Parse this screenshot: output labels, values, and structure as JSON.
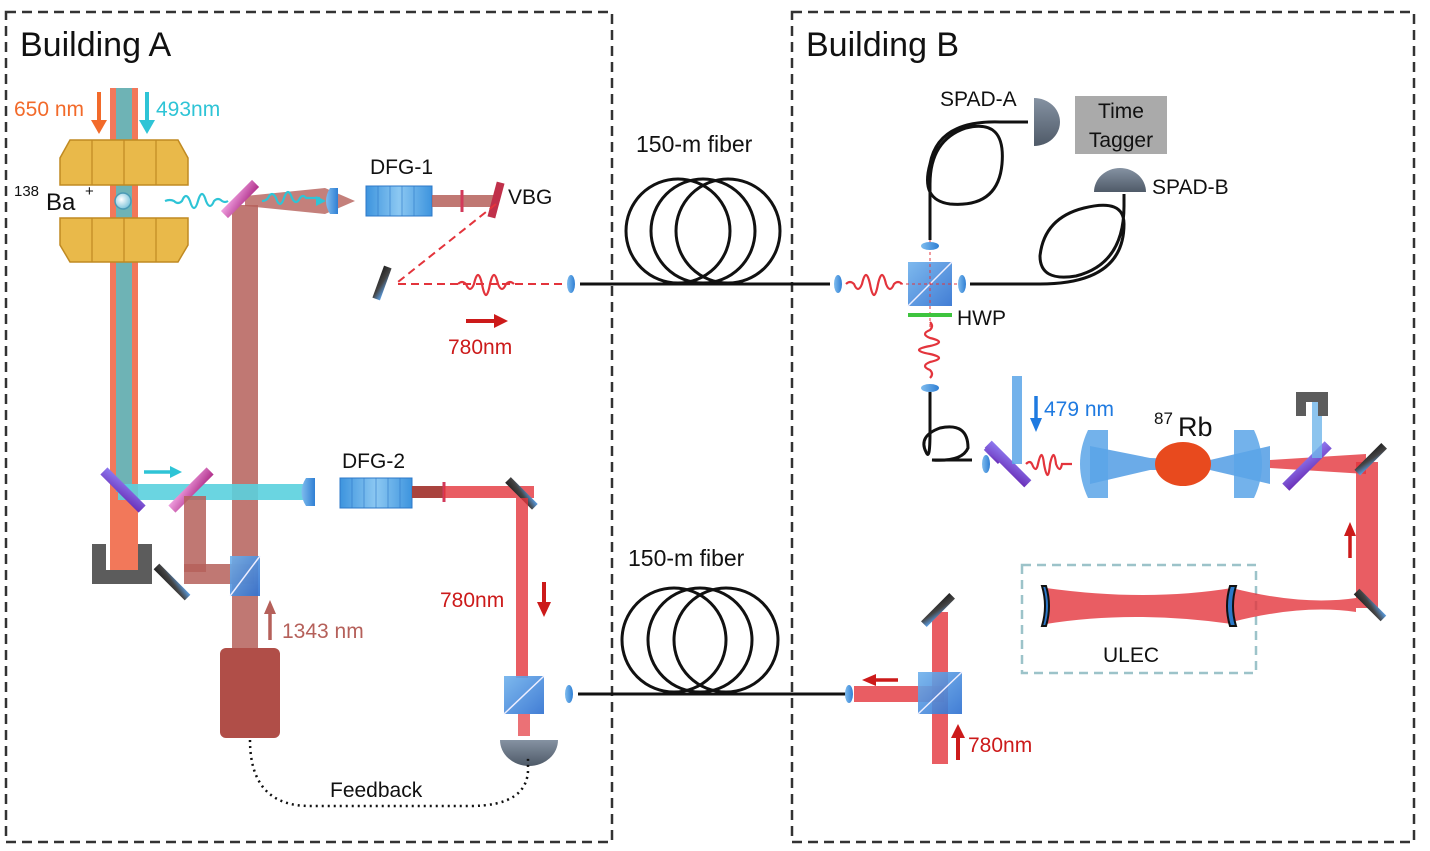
{
  "buildings": [
    {
      "title": "Building A"
    },
    {
      "title": "Building B"
    }
  ],
  "labels": {
    "laser_650": "650 nm",
    "laser_493": "493nm",
    "ion_mass": "138",
    "ion_symbol": "Ba",
    "ion_charge": "+",
    "dfg1": "DFG-1",
    "vbg": "VBG",
    "wl_780_a": "780nm",
    "dfg2": "DFG-2",
    "wl_780_lock": "780nm",
    "wl_1343": "1343 nm",
    "feedback": "Feedback",
    "fiber_top": "150-m fiber",
    "fiber_bottom": "150-m fiber",
    "spad_a": "SPAD-A",
    "spad_b": "SPAD-B",
    "time_tagger_line1": "Time",
    "time_tagger_line2": "Tagger",
    "hwp": "HWP",
    "laser_479": "479 nm",
    "rb_mass": "87",
    "rb_symbol": "Rb",
    "ulec": "ULEC",
    "wl_780_b": "780nm"
  },
  "colors": {
    "laser_650": "#f26a2a",
    "laser_493": "#2ec4d6",
    "beam_1343": "#b5605a",
    "beam_780": "#e3343c",
    "beam_479": "#3a8fe0",
    "ion_trap_gold": "#e9b94a",
    "dfg_crystal": "#4aa3e8",
    "time_tagger_box": "#aaaaaa",
    "detector": "#5f6b7a",
    "fiber": "#111111",
    "rb_cell": "#e84a1e",
    "hwp": "#3ec43e",
    "ulec_box": "#9cc3c9"
  }
}
